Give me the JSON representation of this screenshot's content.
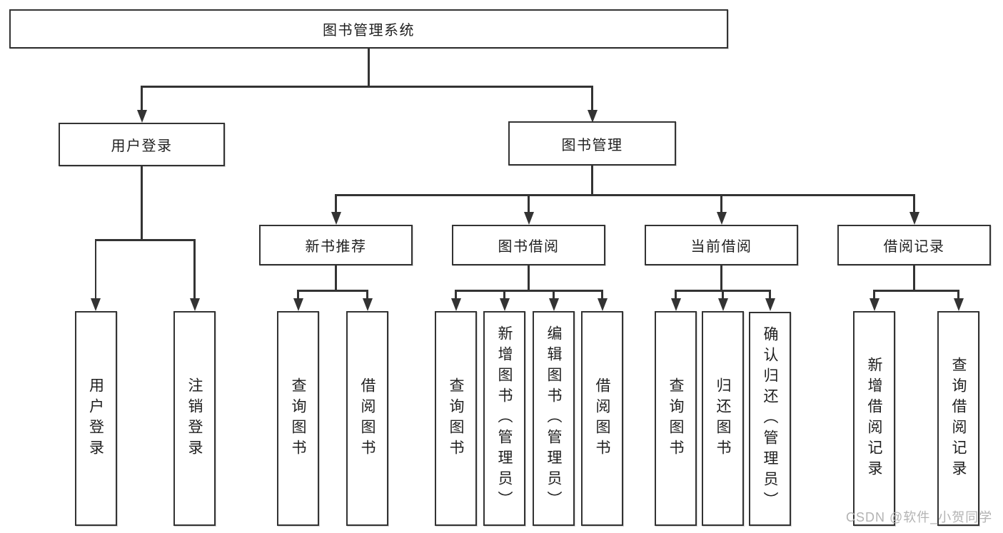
{
  "colors": {
    "line": "#333333",
    "text": "#1f1f1f",
    "bg": "#ffffff",
    "watermark": "#b3b3b3"
  },
  "watermark": {
    "text": "CSDN @软件_小贺同学"
  },
  "tree": {
    "root": "图书管理系统",
    "branches": [
      {
        "label": "用户登录",
        "children": [
          {
            "label": "用户登录"
          },
          {
            "label": "注销登录"
          }
        ]
      },
      {
        "label": "图书管理",
        "children": [
          {
            "label": "新书推荐",
            "children": [
              {
                "label": "查询图书"
              },
              {
                "label": "借阅图书"
              }
            ]
          },
          {
            "label": "图书借阅",
            "children": [
              {
                "label": "查询图书"
              },
              {
                "label": "新增图书（管理员）"
              },
              {
                "label": "编辑图书（管理员）"
              },
              {
                "label": "借阅图书"
              }
            ]
          },
          {
            "label": "当前借阅",
            "children": [
              {
                "label": "查询图书"
              },
              {
                "label": "归还图书"
              },
              {
                "label": "确认归还（管理员）"
              }
            ]
          },
          {
            "label": "借阅记录",
            "children": [
              {
                "label": "新增借阅记录"
              },
              {
                "label": "查询借阅记录"
              }
            ]
          }
        ]
      }
    ]
  }
}
